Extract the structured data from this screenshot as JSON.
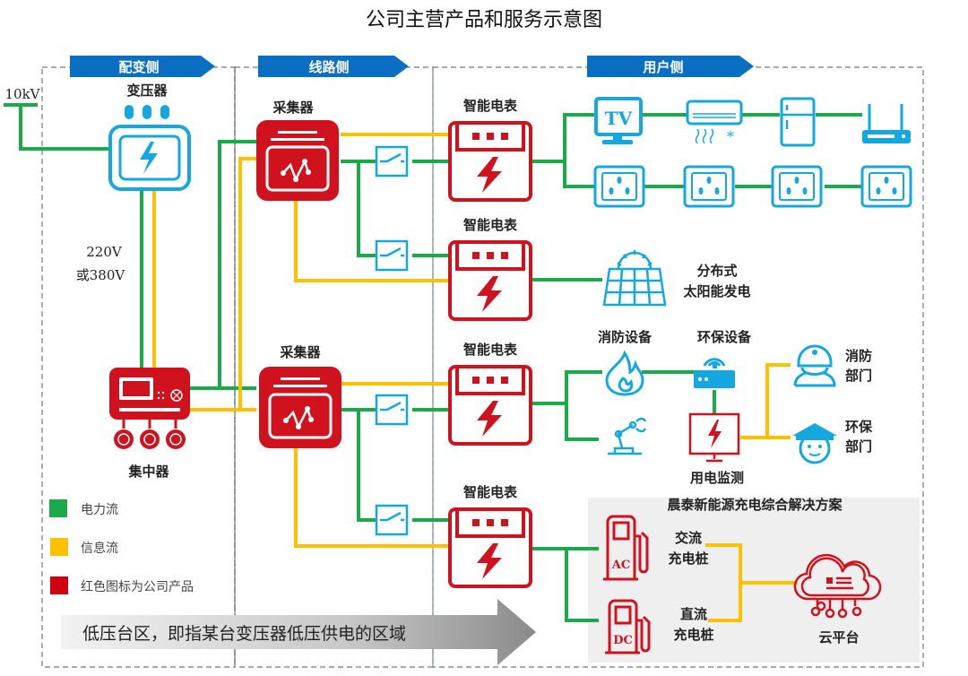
{
  "title": "公司主营产品和服务示意图",
  "sections": [
    {
      "label": "配变侧"
    },
    {
      "label": "线路侧"
    },
    {
      "label": "用户侧"
    }
  ],
  "voltage_in": "10kV",
  "voltage_out": [
    "220V",
    "或380V"
  ],
  "nodes": {
    "transformer": "变压器",
    "concentrator": "集中器",
    "collector_top": "采集器",
    "collector_bottom": "采集器",
    "meters": [
      "智能电表",
      "智能电表",
      "智能电表",
      "智能电表"
    ],
    "solar": [
      "分布式",
      "太阳能发电"
    ],
    "fire_equipment": "消防设备",
    "env_equipment": "环保设备",
    "power_monitor": "用电监测",
    "fire_dept": [
      "消防",
      "部门"
    ],
    "env_dept": [
      "环保",
      "部门"
    ],
    "charging_solution": "晨泰新能源充电综合解决方案",
    "ac_pile": [
      "交流",
      "充电桩"
    ],
    "dc_pile": [
      "直流",
      "充电桩"
    ],
    "ac_tag": "AC",
    "dc_tag": "DC",
    "cloud": "云平台",
    "tv_tag": "TV"
  },
  "appliances": [
    "tv-icon",
    "air-conditioner-icon",
    "refrigerator-icon",
    "router-icon"
  ],
  "sockets": [
    "socket-icon",
    "socket-icon",
    "socket-icon",
    "socket-icon"
  ],
  "legend": [
    {
      "label": "电力流",
      "color": "#1aaa4a"
    },
    {
      "label": "信息流",
      "color": "#ffc000"
    },
    {
      "label": "红色图标为公司产品",
      "color": "#d00010"
    }
  ],
  "footer_arrow": "低压台区，即指某台变压器低压供电的区域",
  "colors": {
    "power": "#1aaa4a",
    "info": "#ffc000",
    "product": "#d0121f",
    "device": "#14a7e0",
    "banner": "#0a6fc2"
  }
}
